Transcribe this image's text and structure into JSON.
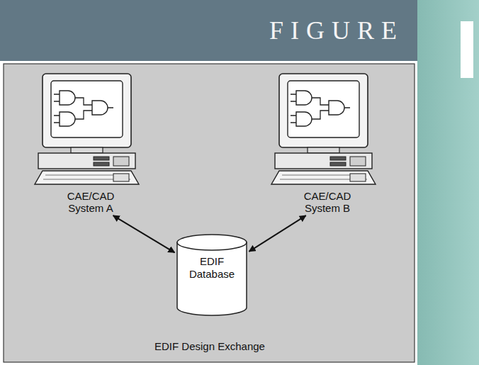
{
  "diagram": {
    "title": "FIGURE",
    "nodes": [
      {
        "text": [
          "CAE/CAD System A"
        ]
      },
      {
        "text": [
          "CAE/CAD System B"
        ]
      },
      {
        "text": [
          "EDIF Database"
        ]
      }
    ],
    "edges": [
      {
        "from": 0,
        "to": 2,
        "arrow": "both"
      },
      {
        "from": 1,
        "to": 2,
        "arrow": "both"
      }
    ],
    "labels": [
      "EDIF Design Exchange"
    ]
  }
}
